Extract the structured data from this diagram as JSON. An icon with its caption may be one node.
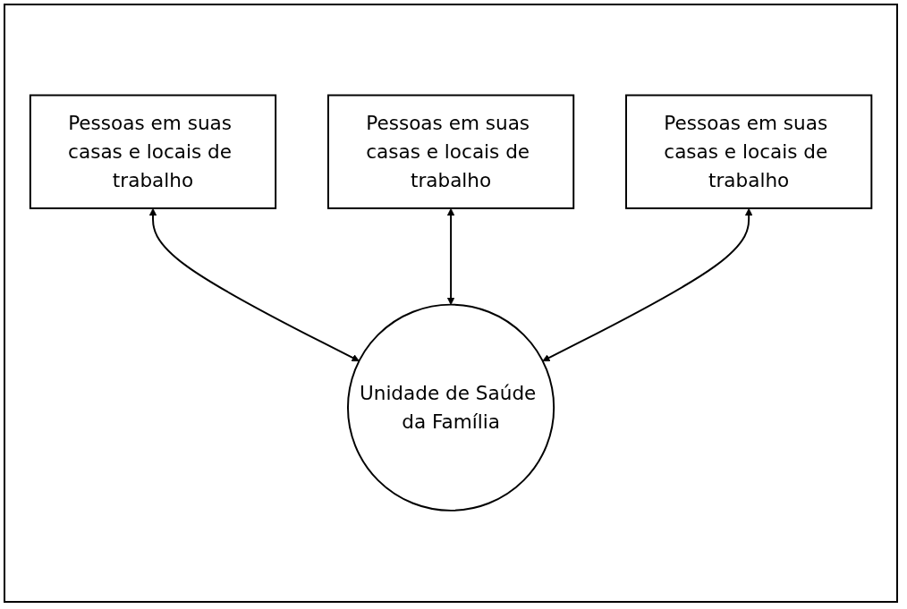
{
  "diagram": {
    "nodes": [
      {
        "text": [
          "Pessoas em suas casas e locais de trabalho"
        ]
      },
      {
        "text": [
          "Pessoas em suas casas e locais de trabalho"
        ]
      },
      {
        "text": [
          "Pessoas em suas casas e locais de trabalho"
        ]
      },
      {
        "text": [
          "Unidade de Saúde da Família"
        ]
      }
    ],
    "edges": [
      {
        "from": 0,
        "to": 3,
        "arrow": "both"
      },
      {
        "from": 1,
        "to": 3,
        "arrow": "both"
      },
      {
        "from": 2,
        "to": 3,
        "arrow": "both"
      }
    ]
  }
}
